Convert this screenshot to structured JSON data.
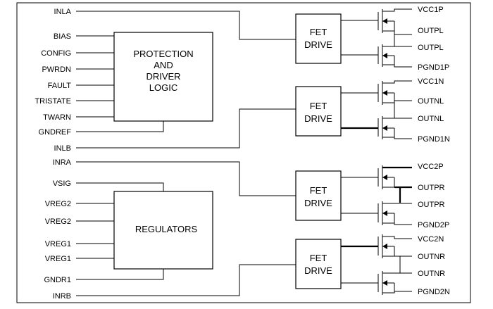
{
  "blocks": {
    "protection": [
      "PROTECTION",
      "AND",
      "DRIVER",
      "LOGIC"
    ],
    "regulators": "REGULATORS",
    "fet_drive": [
      "FET",
      "DRIVE"
    ]
  },
  "left_pins": {
    "top": [
      "BIAS",
      "CONFIG",
      "PWRDN",
      "FAULT",
      "TRISTATE",
      "TWARN",
      "GNDREF"
    ],
    "bottom": [
      "VSIG",
      "VREG2",
      "VREG2",
      "VREG1",
      "VREG1",
      "GNDR1"
    ]
  },
  "inputs": [
    "INLA",
    "INLB",
    "INRA",
    "INRB"
  ],
  "channels": [
    {
      "vcc": "VCC1P",
      "out_hi": "OUTPL",
      "out_lo": "OUTPL",
      "pgnd": "PGND1P"
    },
    {
      "vcc": "VCC1N",
      "out_hi": "OUTNL",
      "out_lo": "OUTNL",
      "pgnd": "PGND1N"
    },
    {
      "vcc": "VCC2P",
      "out_hi": "OUTPR",
      "out_lo": "OUTPR",
      "pgnd": "PGND2P"
    },
    {
      "vcc": "VCC2N",
      "out_hi": "OUTNR",
      "out_lo": "OUTNR",
      "pgnd": "PGND2N"
    }
  ]
}
